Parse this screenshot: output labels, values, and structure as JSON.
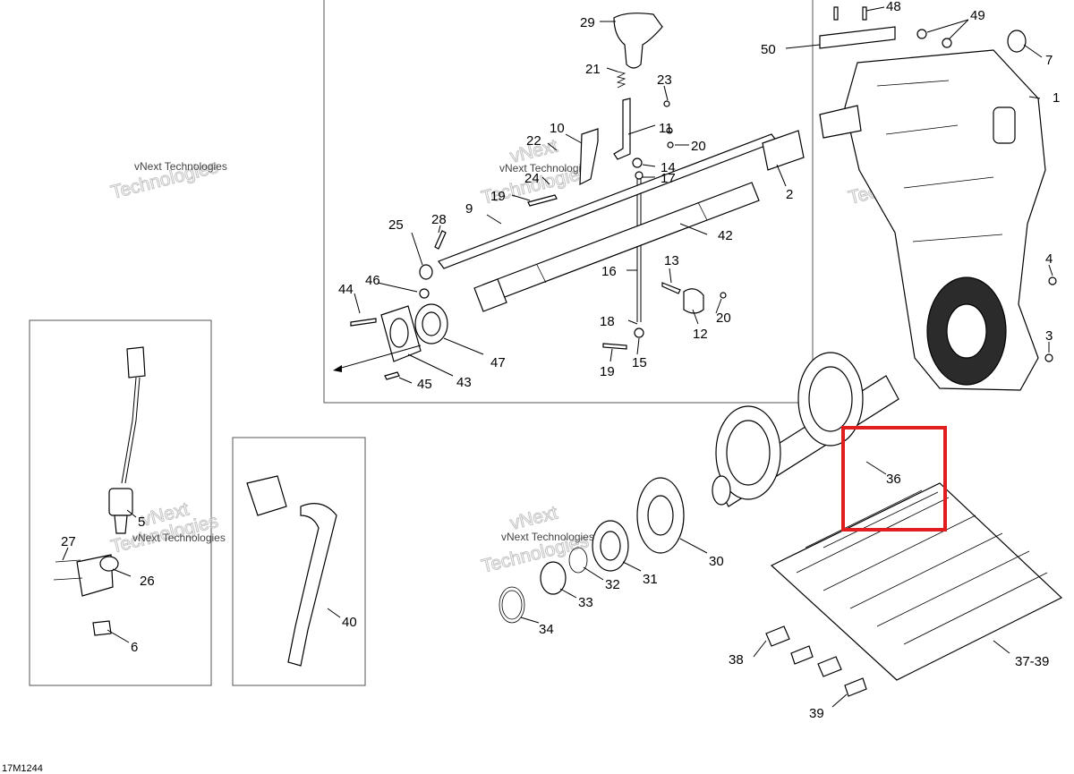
{
  "diagram": {
    "drawing_code": "17M1244",
    "highlight": {
      "color": "#e01e1e",
      "label": "36"
    },
    "watermark": {
      "brand": "vNext",
      "small": "vNext Technologies",
      "big": "Technologies"
    },
    "callouts": {
      "c1": "1",
      "c2": "2",
      "c3": "3",
      "c4": "4",
      "c5": "5",
      "c6": "6",
      "c7": "7",
      "c9": "9",
      "c10": "10",
      "c11": "11",
      "c12": "12",
      "c13": "13",
      "c14": "14",
      "c15": "15",
      "c16": "16",
      "c17": "17",
      "c18": "18",
      "c19a": "19",
      "c19b": "19",
      "c20a": "20",
      "c20b": "20",
      "c21": "21",
      "c22": "22",
      "c23": "23",
      "c24": "24",
      "c25": "25",
      "c26": "26",
      "c27": "27",
      "c28": "28",
      "c29": "29",
      "c30": "30",
      "c31": "31",
      "c32": "32",
      "c33": "33",
      "c34": "34",
      "c36": "36",
      "c37": "37-39",
      "c38": "38",
      "c39": "39",
      "c40": "40",
      "c42": "42",
      "c43": "43",
      "c44": "44",
      "c45": "45",
      "c46": "46",
      "c47": "47",
      "c48": "48",
      "c49": "49",
      "c50": "50"
    }
  }
}
